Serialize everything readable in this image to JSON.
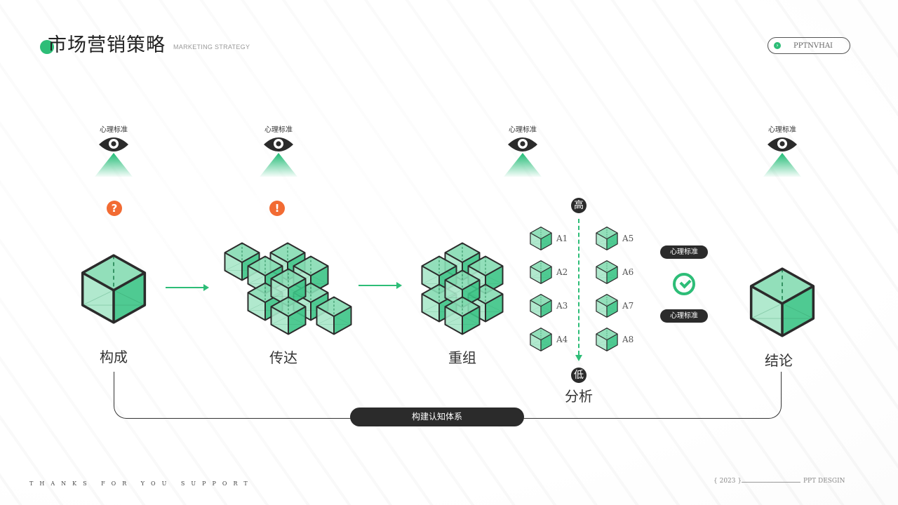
{
  "header": {
    "title": "市场营销策略",
    "subtitle": "MARKETING STRATEGY",
    "badge": "PPTNVHAI",
    "badge_icon": "chevron-right-icon"
  },
  "eye_label": "心理标准",
  "eyes": [
    "心理标准",
    "心理标准",
    "心理标准",
    "心理标准"
  ],
  "alerts": {
    "question": "?",
    "exclaim": "!"
  },
  "stages": {
    "s1": "构成",
    "s2": "传达",
    "s3": "重组",
    "s4": "分析",
    "s5": "结论"
  },
  "analysis": {
    "high": "高",
    "low": "低",
    "items": [
      "A1",
      "A2",
      "A3",
      "A4",
      "A5",
      "A6",
      "A7",
      "A8"
    ],
    "pill_top": "心理标准",
    "pill_bottom": "心理标准"
  },
  "connector_label": "构建认知体系",
  "footer": {
    "left": "THANKS FOR YOU SUPPORT",
    "year": "{ 2023 }",
    "right": "PPT DESGIN"
  },
  "colors": {
    "accent": "#2dbd77",
    "alert": "#f26b33",
    "dark": "#2b2b2b"
  }
}
